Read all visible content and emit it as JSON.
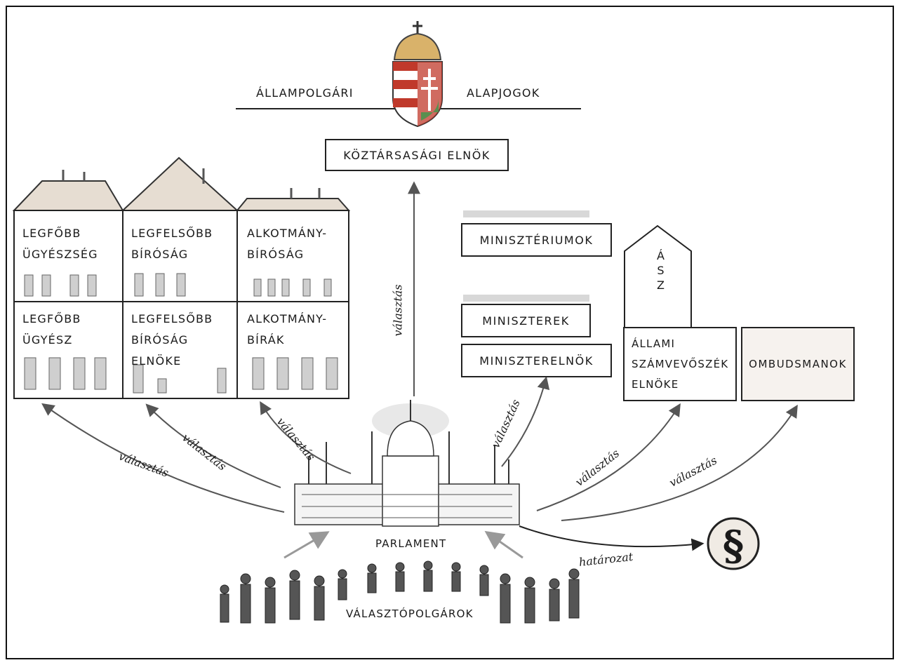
{
  "top": {
    "left_label": "ÁLLAMPOLGÁRI",
    "right_label": "ALAPJOGOK",
    "president": "KÖZTÁRSASÁGI ELNÖK"
  },
  "buildings": [
    {
      "upper": [
        "LEGFŐBB",
        "ÜGYÉSZSÉG"
      ],
      "lower": [
        "LEGFŐBB",
        "ÜGYÉSZ"
      ]
    },
    {
      "upper": [
        "LEGFELSŐBB",
        "BÍRÓSÁG"
      ],
      "lower": [
        "LEGFELSŐBB",
        "BÍRÓSÁG",
        "ELNÖKE"
      ]
    },
    {
      "upper": [
        "ALKOTMÁNY-",
        "BÍRÓSÁG"
      ],
      "lower": [
        "ALKOTMÁNY-",
        "BÍRÁK"
      ]
    }
  ],
  "right": {
    "ministries": "MINISZTÉRIUMOK",
    "ministers": "MINISZTEREK",
    "prime_minister": "MINISZTERELNÖK",
    "asz": "ÁSZ",
    "audit_head": [
      "ÁLLAMI",
      "SZÁMVEVŐSZÉK",
      "ELNÖKE"
    ],
    "ombudsman": "OMBUDSMANOK"
  },
  "center": {
    "parliament": "PARLAMENT",
    "voters": "VÁLASZTÓPOLGÁROK",
    "decision_symbol": "§"
  },
  "arrows": {
    "election": "választás",
    "decision": "határozat"
  }
}
